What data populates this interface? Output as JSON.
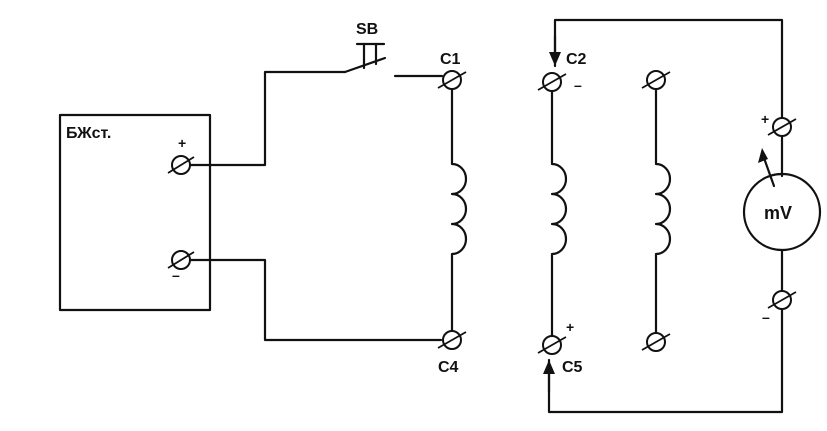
{
  "labels": {
    "supply": "БЖст.",
    "switch": "SB",
    "c1": "C1",
    "c2": "C2",
    "c4": "C4",
    "c5": "C5",
    "meter": "mV",
    "plus": "+",
    "minus": "–"
  },
  "colors": {
    "line": "#111111",
    "background": "#ffffff"
  }
}
